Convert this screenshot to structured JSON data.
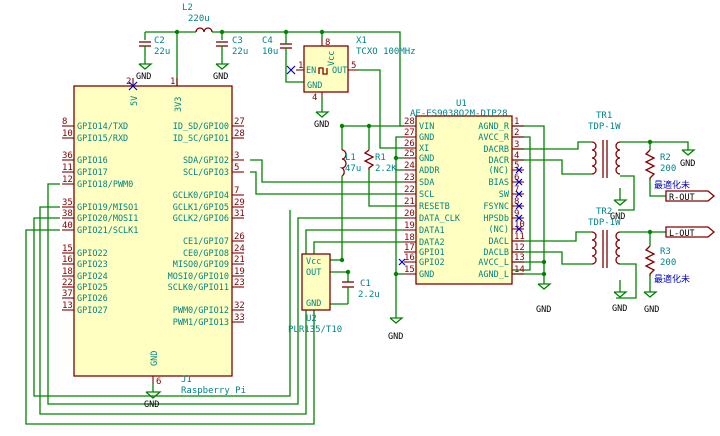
{
  "components": {
    "L2": {
      "ref": "L2",
      "value": "220u"
    },
    "C2": {
      "ref": "C2",
      "value": "22u"
    },
    "C3": {
      "ref": "C3",
      "value": "22u"
    },
    "C4": {
      "ref": "C4",
      "value": "10u"
    },
    "X1": {
      "ref": "X1",
      "value": "TCXO 100MHz",
      "pins": {
        "vcc": "Vcc",
        "en": "EN",
        "out": "OUT",
        "gnd": "GND"
      }
    },
    "U1": {
      "ref": "U1",
      "value": "AE-ES9038Q2M-DIP28",
      "left_pins": [
        {
          "num": "28",
          "name": "VIN"
        },
        {
          "num": "27",
          "name": "GND"
        },
        {
          "num": "26",
          "name": "XI"
        },
        {
          "num": "25",
          "name": "GND"
        },
        {
          "num": "24",
          "name": "ADDR"
        },
        {
          "num": "23",
          "name": "SDA"
        },
        {
          "num": "22",
          "name": "SCL"
        },
        {
          "num": "21",
          "name": "RESETB"
        },
        {
          "num": "20",
          "name": "DATA_CLK"
        },
        {
          "num": "19",
          "name": "DATA1"
        },
        {
          "num": "18",
          "name": "DATA2"
        },
        {
          "num": "17",
          "name": "GPIO1"
        },
        {
          "num": "16",
          "name": "GPIO2"
        },
        {
          "num": "15",
          "name": "GND"
        }
      ],
      "right_pins": [
        {
          "num": "1",
          "name": "AGND_R"
        },
        {
          "num": "2",
          "name": "AVCC_R"
        },
        {
          "num": "3",
          "name": "DACRB"
        },
        {
          "num": "4",
          "name": "DACR"
        },
        {
          "num": "5",
          "name": "(NC)"
        },
        {
          "num": "6",
          "name": "BIAS"
        },
        {
          "num": "7",
          "name": "SW"
        },
        {
          "num": "8",
          "name": "FSYNC"
        },
        {
          "num": "9",
          "name": "HPSDb"
        },
        {
          "num": "10",
          "name": "(NC)"
        },
        {
          "num": "11",
          "name": "DACL"
        },
        {
          "num": "12",
          "name": "DACLB"
        },
        {
          "num": "13",
          "name": "AVCC_L"
        },
        {
          "num": "14",
          "name": "AGND_L"
        }
      ]
    },
    "L1": {
      "ref": "L1",
      "value": "47u"
    },
    "R1": {
      "ref": "R1",
      "value": "2.2K"
    },
    "C1": {
      "ref": "C1",
      "value": "2.2u"
    },
    "U2": {
      "ref": "U2",
      "value": "PLR135/T10",
      "pins": {
        "vcc": "Vcc",
        "out": "OUT",
        "gnd": "GND"
      }
    },
    "TR1": {
      "ref": "TR1",
      "value": "TDP-1W"
    },
    "TR2": {
      "ref": "TR2",
      "value": "TDP-1W"
    },
    "R2": {
      "ref": "R2",
      "value": "200",
      "note": "最適化未"
    },
    "R3": {
      "ref": "R3",
      "value": "200",
      "note": "最適化未"
    },
    "J1": {
      "ref": "J1",
      "value": "Raspberry Pi",
      "top_pins": [
        {
          "num": "2",
          "name": "5V"
        },
        {
          "num": "1",
          "name": "3V3"
        }
      ],
      "left_pins": [
        {
          "num": "8",
          "name": "GPIO14/TXD"
        },
        {
          "num": "10",
          "name": "GPIO15/RXD"
        },
        {
          "num": "36",
          "name": "GPIO16"
        },
        {
          "num": "11",
          "name": "GPIO17"
        },
        {
          "num": "12",
          "name": "GPIO18/PWM0"
        },
        {
          "num": "35",
          "name": "GPIO19/MISO1"
        },
        {
          "num": "38",
          "name": "GPIO20/MOSI1"
        },
        {
          "num": "40",
          "name": "GPIO21/SCLK1"
        },
        {
          "num": "15",
          "name": "GPIO22"
        },
        {
          "num": "16",
          "name": "GPIO23"
        },
        {
          "num": "18",
          "name": "GPIO24"
        },
        {
          "num": "22",
          "name": "GPIO25"
        },
        {
          "num": "37",
          "name": "GPIO26"
        },
        {
          "num": "13",
          "name": "GPIO27"
        }
      ],
      "right_pins": [
        {
          "num": "27",
          "name": "ID_SD/GPIO0"
        },
        {
          "num": "28",
          "name": "ID_SC/GPIO1"
        },
        {
          "num": "3",
          "name": "SDA/GPIO2"
        },
        {
          "num": "5",
          "name": "SCL/GPIO3"
        },
        {
          "num": "7",
          "name": "GCLK0/GPIO4"
        },
        {
          "num": "29",
          "name": "GCLK1/GPIO5"
        },
        {
          "num": "31",
          "name": "GCLK2/GPIO6"
        },
        {
          "num": "26",
          "name": "CE1/GPIO7"
        },
        {
          "num": "24",
          "name": "CE0/GPIO8"
        },
        {
          "num": "21",
          "name": "MISO0/GPIO9"
        },
        {
          "num": "19",
          "name": "MOSI0/GPIO10"
        },
        {
          "num": "23",
          "name": "SCLK0/GPIO11"
        },
        {
          "num": "32",
          "name": "PWM0/GPIO12"
        },
        {
          "num": "33",
          "name": "PWM1/GPIO13"
        }
      ],
      "bottom_pin": {
        "num": "6",
        "name": "GND"
      }
    }
  },
  "labels": {
    "gnd": "GND",
    "r_out": "R-OUT",
    "l_out": "L-OUT"
  }
}
